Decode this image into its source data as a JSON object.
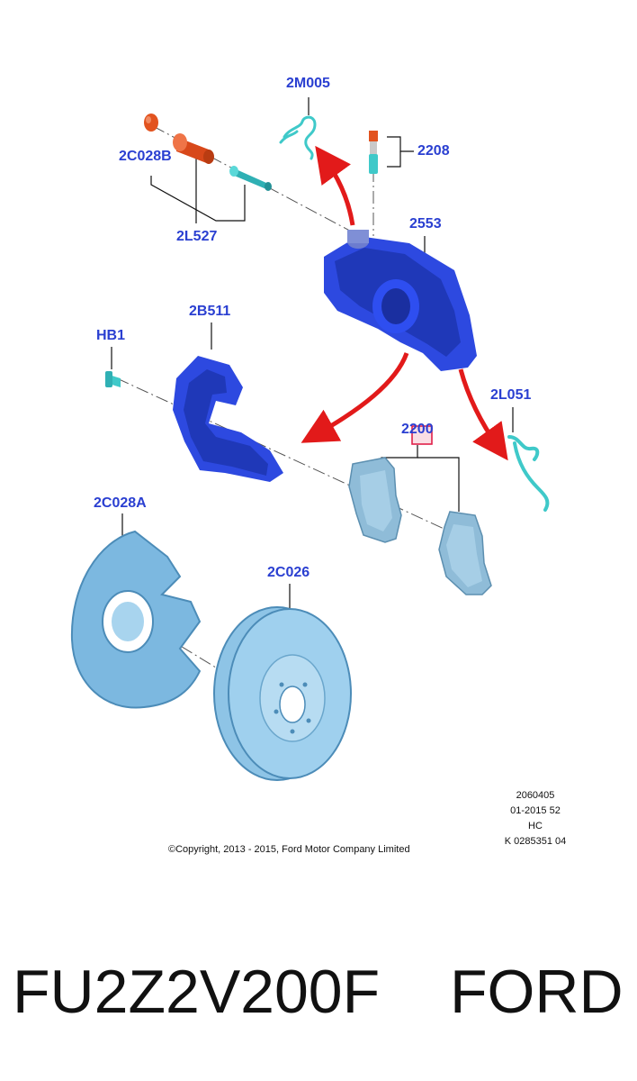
{
  "callouts": {
    "c2M005": "2M005",
    "c2C028B": "2C028B",
    "c2208": "2208",
    "c2L527": "2L527",
    "c2553": "2553",
    "c2B511": "2B511",
    "cHB1": "HB1",
    "c2L051": "2L051",
    "c2200": "2200",
    "c2C028A": "2C028A",
    "c2C026": "2C026"
  },
  "meta": {
    "line1": "2060405",
    "line2": "01-2015 52",
    "line3": "HC",
    "line4": "K 0285351 04"
  },
  "copyright": "©Copyright, 2013 - 2015, Ford Motor Company Limited",
  "product": {
    "part_number": "FU2Z2V200F",
    "brand": "FORD"
  },
  "colors": {
    "callout_text": "#2a3fd1",
    "caliper_blue": "#2d49e0",
    "cyan_parts": "#3fc9c9",
    "orange_parts": "#e2531f",
    "pad_blue": "#8fbcd8",
    "disc_blue": "#8ec4e6",
    "arrow_red": "#e21a1a",
    "highlight_box": "#e0204a"
  }
}
